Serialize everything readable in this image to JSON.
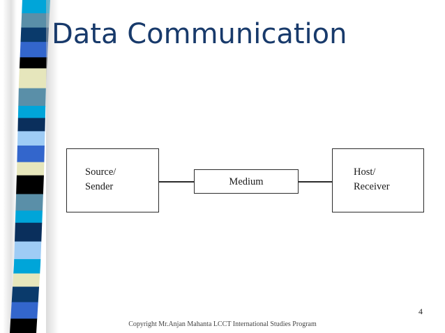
{
  "slide": {
    "title": "Data Communication",
    "title_color": "#183A6B",
    "background": "#ffffff",
    "page_number": "4",
    "footer": "Copyright Mr.Anjan Mahanta LCCT International Studies Program"
  },
  "diagram": {
    "type": "block-flow",
    "nodes": [
      {
        "id": "source",
        "label": "Source/\nSender"
      },
      {
        "id": "medium",
        "label": "Medium"
      },
      {
        "id": "host",
        "label": "Host/\nReceiver"
      }
    ],
    "connectors": [
      {
        "from": "source",
        "to": "medium"
      },
      {
        "from": "medium",
        "to": "host"
      }
    ],
    "line_color": "#2b2b2b",
    "box_fill": "#ffffff"
  },
  "decoration": {
    "name": "left-stripe-band",
    "stripes": [
      {
        "color": "#00A5D9",
        "height": 24
      },
      {
        "color": "#5A8FA8",
        "height": 26
      },
      {
        "color": "#0A3A6B",
        "height": 26
      },
      {
        "color": "#3366CC",
        "height": 28
      },
      {
        "color": "#000000",
        "height": 20
      },
      {
        "color": "#E6E6BC",
        "height": 36
      },
      {
        "color": "#5A8FA8",
        "height": 32
      },
      {
        "color": "#00A5D9",
        "height": 22
      },
      {
        "color": "#0A2F5C",
        "height": 24
      },
      {
        "color": "#9FCCF5",
        "height": 26
      },
      {
        "color": "#3366CC",
        "height": 30
      },
      {
        "color": "#E6E6BC",
        "height": 24
      },
      {
        "color": "#000000",
        "height": 34
      },
      {
        "color": "#5A8FA8",
        "height": 30
      },
      {
        "color": "#00A5D9",
        "height": 22
      },
      {
        "color": "#0A2F5C",
        "height": 34
      },
      {
        "color": "#9FCCF5",
        "height": 32
      },
      {
        "color": "#00A5D9",
        "height": 26
      },
      {
        "color": "#E6E6BC",
        "height": 24
      },
      {
        "color": "#0A3A6B",
        "height": 28
      },
      {
        "color": "#3366CC",
        "height": 30
      },
      {
        "color": "#000000",
        "height": 26
      }
    ]
  }
}
